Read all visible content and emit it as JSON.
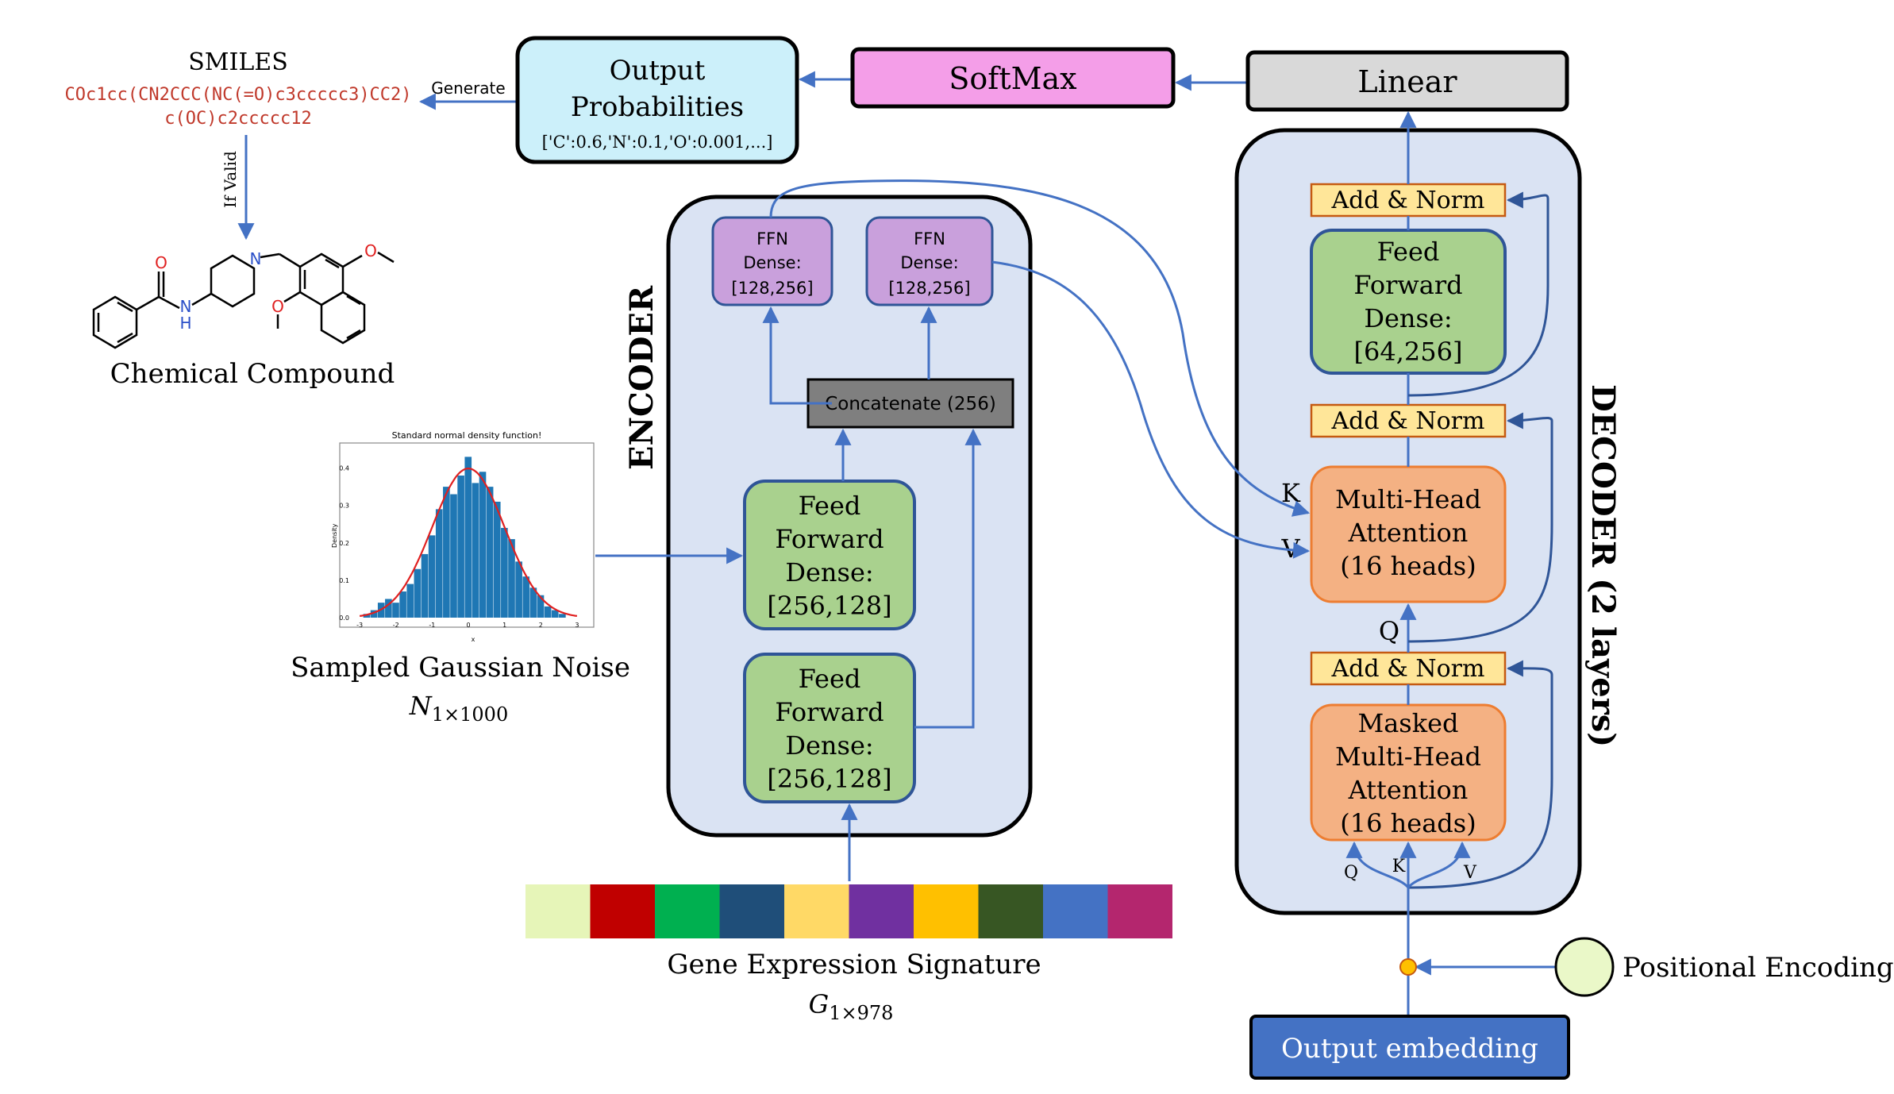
{
  "smiles": {
    "title": "SMILES",
    "line1": "COc1cc(CN2CCC(NC(=O)c3ccccc3)CC2)",
    "line2": "c(OC)c2ccccc12",
    "generate_label": "Generate",
    "if_valid_label": "If Valid"
  },
  "molecule": {
    "caption": "Chemical Compound",
    "atom_o1": "O",
    "atom_n1": "N",
    "atom_h1": "H",
    "atom_n2": "N",
    "atom_o2": "O",
    "atom_o3": "O"
  },
  "output_probabilities": {
    "line1": "Output",
    "line2": "Probabilities",
    "line3": "['C':0.6,'N':0.1,'O':0.001,...]"
  },
  "softmax": {
    "label": "SoftMax"
  },
  "linear": {
    "label": "Linear"
  },
  "encoder": {
    "title": "ENCODER",
    "ffn_left": {
      "line1": "FFN",
      "line2": "Dense:",
      "line3": "[128,256]"
    },
    "ffn_right": {
      "line1": "FFN",
      "line2": "Dense:",
      "line3": "[128,256]"
    },
    "concat": "Concatenate (256)",
    "ff_top": {
      "line1": "Feed",
      "line2": "Forward",
      "line3": "Dense:",
      "line4": "[256,128]"
    },
    "ff_bottom": {
      "line1": "Feed",
      "line2": "Forward",
      "line3": "Dense:",
      "line4": "[256,128]"
    }
  },
  "decoder": {
    "title": "DECODER (2 layers)",
    "add_norm_top": "Add & Norm",
    "add_norm_mid": "Add & Norm",
    "add_norm_bottom": "Add & Norm",
    "ff": {
      "line1": "Feed",
      "line2": "Forward",
      "line3": "Dense:",
      "line4": "[64,256]"
    },
    "mha": {
      "line1": "Multi-Head",
      "line2": "Attention",
      "line3": "(16 heads)"
    },
    "masked_mha": {
      "line1": "Masked",
      "line2": "Multi-Head",
      "line3": "Attention",
      "line4": "(16 heads)"
    },
    "label_k": "K",
    "label_v": "V",
    "label_q": "Q",
    "small_q": "Q",
    "small_k": "K",
    "small_v": "V"
  },
  "noise": {
    "plot_title": "Standard normal density function!",
    "ylabel": "Density",
    "xlabel": "x",
    "xticks": [
      "-3",
      "-2",
      "-1",
      "0",
      "1",
      "2",
      "3"
    ],
    "yticks": [
      "0.0",
      "0.1",
      "0.2",
      "0.3",
      "0.4"
    ],
    "caption": "Sampled Gaussian Noise",
    "math_main": "N",
    "math_sub": "1×1000"
  },
  "gene": {
    "colors": [
      "#e6f5b8",
      "#c00000",
      "#00b050",
      "#1f4e79",
      "#ffd966",
      "#7030a0",
      "#ffc000",
      "#375623",
      "#4472c4",
      "#b4266e"
    ],
    "caption": "Gene Expression Signature",
    "math_main": "G",
    "math_sub": "1×978"
  },
  "positional_encoding": {
    "label": "Positional Encoding"
  },
  "output_embedding": {
    "label": "Output embedding"
  },
  "colors": {
    "arrow": "#4472c4",
    "panel": "#dae3f3",
    "green": "#a9d18e",
    "orange": "#f4b183",
    "purple": "#c9a0dc",
    "yellow": "#ffe699",
    "softmax": "#f49ee8",
    "probabilities": "#ccf0fa",
    "embedding": "#4472c4",
    "concat": "#7f7f7f",
    "smiles_text": "#c0392b",
    "histogram": "#1f77b4",
    "density_curve": "#e02020"
  },
  "chart_data": {
    "type": "bar",
    "title": "Standard normal density function!",
    "xlabel": "x",
    "ylabel": "Density",
    "xlim": [
      -3.2,
      3.2
    ],
    "ylim": [
      0,
      0.45
    ],
    "bins": [
      {
        "x": -2.8,
        "y": 0.01
      },
      {
        "x": -2.6,
        "y": 0.02
      },
      {
        "x": -2.4,
        "y": 0.04
      },
      {
        "x": -2.2,
        "y": 0.05
      },
      {
        "x": -2.0,
        "y": 0.04
      },
      {
        "x": -1.8,
        "y": 0.07
      },
      {
        "x": -1.6,
        "y": 0.09
      },
      {
        "x": -1.4,
        "y": 0.13
      },
      {
        "x": -1.2,
        "y": 0.17
      },
      {
        "x": -1.0,
        "y": 0.22
      },
      {
        "x": -0.8,
        "y": 0.29
      },
      {
        "x": -0.6,
        "y": 0.35
      },
      {
        "x": -0.4,
        "y": 0.33
      },
      {
        "x": -0.2,
        "y": 0.38
      },
      {
        "x": 0.0,
        "y": 0.43
      },
      {
        "x": 0.2,
        "y": 0.36
      },
      {
        "x": 0.4,
        "y": 0.39
      },
      {
        "x": 0.6,
        "y": 0.35
      },
      {
        "x": 0.8,
        "y": 0.31
      },
      {
        "x": 1.0,
        "y": 0.24
      },
      {
        "x": 1.2,
        "y": 0.21
      },
      {
        "x": 1.4,
        "y": 0.15
      },
      {
        "x": 1.6,
        "y": 0.11
      },
      {
        "x": 1.8,
        "y": 0.08
      },
      {
        "x": 2.0,
        "y": 0.06
      },
      {
        "x": 2.2,
        "y": 0.03
      },
      {
        "x": 2.4,
        "y": 0.02
      },
      {
        "x": 2.6,
        "y": 0.01
      }
    ],
    "bin_width": 0.2,
    "curve": "standard normal pdf",
    "grid": false
  }
}
